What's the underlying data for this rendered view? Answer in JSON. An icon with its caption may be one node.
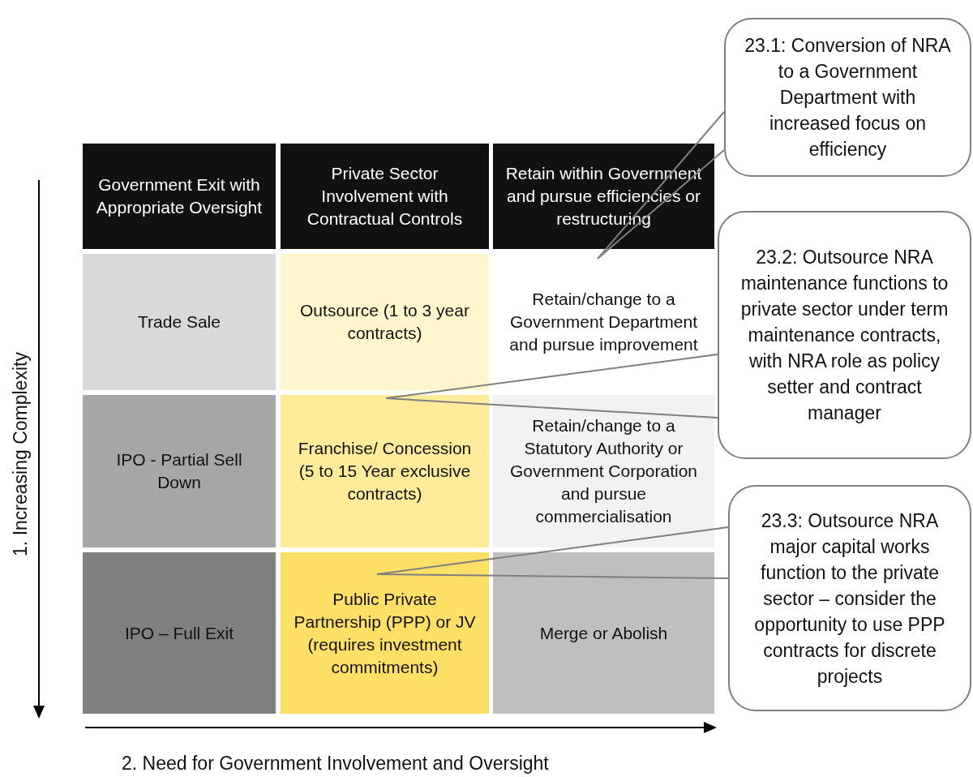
{
  "diagram": {
    "nodes": [
      {
        "text": [
          "Government Exit with Appropriate Oversight"
        ]
      },
      {
        "text": [
          "Private Sector Involvement with Contractual Controls"
        ]
      },
      {
        "text": [
          "Retain within Government and pursue efficiencies or restructuring"
        ]
      },
      {
        "text": [
          "Trade Sale"
        ]
      },
      {
        "text": [
          "Outsource (1 to 3 year contracts)"
        ]
      },
      {
        "text": [
          "Retain/change to a Government Department and pursue improvement"
        ]
      },
      {
        "text": [
          "IPO - Partial Sell Down"
        ]
      },
      {
        "text": [
          "Franchise/ Concession (5 to 15 Year exclusive contracts)"
        ]
      },
      {
        "text": [
          "Retain/change to a Statutory Authority or Government Corporation and pursue commercialisation"
        ]
      },
      {
        "text": [
          "IPO – Full Exit"
        ]
      },
      {
        "text": [
          "Public Private Partnership (PPP) or JV (requires investment commitments)"
        ]
      },
      {
        "text": [
          "Merge or Abolish"
        ]
      },
      {
        "text": [
          "23.1: Conversion of NRA to a Government Department with increased focus on efficiency"
        ]
      },
      {
        "text": [
          "23.2: Outsource NRA maintenance functions to private sector under term maintenance contracts, with NRA role as policy setter and contract manager"
        ]
      },
      {
        "text": [
          "23.3: Outsource NRA major capital works function to the private sector – consider the opportunity to use PPP contracts for discrete projects"
        ]
      }
    ],
    "edges": [
      {
        "from": 12,
        "to": 5,
        "arrow": "none"
      },
      {
        "from": 13,
        "to": 7,
        "arrow": "none"
      },
      {
        "from": 14,
        "to": 10,
        "arrow": "none"
      }
    ],
    "labels": [
      "1. Increasing Complexity",
      "2. Need for Government Involvement and Oversight"
    ]
  }
}
